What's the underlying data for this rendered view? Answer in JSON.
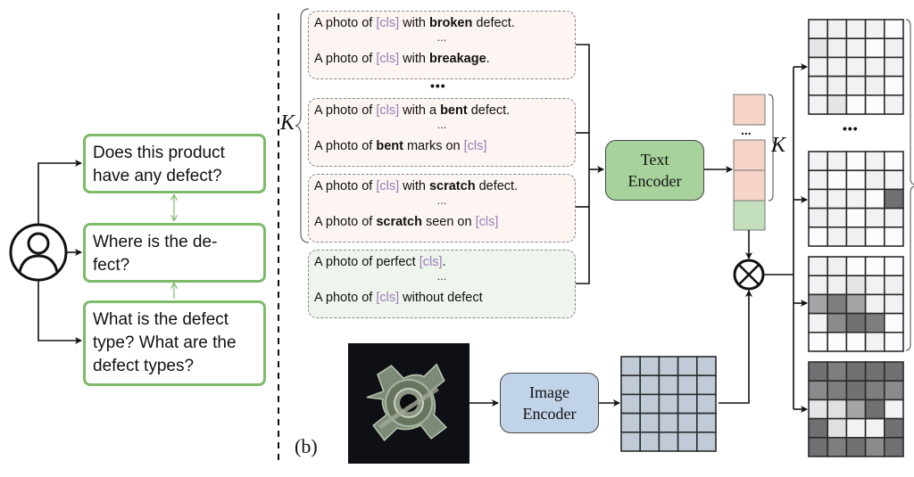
{
  "figure_label": "(b)",
  "user_queries": {
    "items": [
      {
        "text": "Does this product have any defect?",
        "status": "checked"
      },
      {
        "text": "Where is the de-fect?",
        "status": "checked"
      },
      {
        "text": "What is the defect type? What are the defect types?",
        "status": "checked"
      }
    ]
  },
  "prompt_groups": {
    "brace_label": "K",
    "between_ellipsis": "•••",
    "groups": [
      {
        "type": "defect",
        "lines": [
          {
            "parts": [
              {
                "t": "A photo of "
              },
              {
                "t": "[cls]",
                "cls": true
              },
              {
                "t": " with "
              },
              {
                "t": "broken",
                "b": true
              },
              {
                "t": " defect."
              }
            ]
          },
          {
            "parts": [
              {
                "t": "A photo of "
              },
              {
                "t": "[cls]",
                "cls": true
              },
              {
                "t": " with "
              },
              {
                "t": "breakage",
                "b": true
              },
              {
                "t": "."
              }
            ]
          }
        ],
        "ellipsis": "..."
      },
      {
        "type": "defect",
        "lines": [
          {
            "parts": [
              {
                "t": "A photo of "
              },
              {
                "t": "[cls]",
                "cls": true
              },
              {
                "t": " with a "
              },
              {
                "t": "bent",
                "b": true
              },
              {
                "t": " defect."
              }
            ]
          },
          {
            "parts": [
              {
                "t": "A photo of "
              },
              {
                "t": "bent",
                "b": true
              },
              {
                "t": " marks on "
              },
              {
                "t": "[cls]",
                "cls": true
              }
            ]
          }
        ],
        "ellipsis": "..."
      },
      {
        "type": "defect",
        "lines": [
          {
            "parts": [
              {
                "t": "A photo of "
              },
              {
                "t": "[cls]",
                "cls": true
              },
              {
                "t": " with "
              },
              {
                "t": "scratch",
                "b": true
              },
              {
                "t": " defect."
              }
            ]
          },
          {
            "parts": [
              {
                "t": "A photo of "
              },
              {
                "t": "scratch",
                "b": true
              },
              {
                "t": " seen on "
              },
              {
                "t": "[cls]",
                "cls": true
              }
            ]
          }
        ],
        "ellipsis": "..."
      },
      {
        "type": "normal",
        "lines": [
          {
            "parts": [
              {
                "t": "A photo of perfect "
              },
              {
                "t": "[cls]",
                "cls": true
              },
              {
                "t": "."
              }
            ]
          },
          {
            "parts": [
              {
                "t": "A photo of "
              },
              {
                "t": "[cls]",
                "cls": true
              },
              {
                "t": " without defect"
              }
            ]
          }
        ],
        "ellipsis": "..."
      }
    ]
  },
  "text_encoder": {
    "line1": "Text",
    "line2": "Encoder"
  },
  "image_encoder": {
    "line1": "Image",
    "line2": "Encoder"
  },
  "text_embeddings": {
    "brace_label": "K",
    "ellipsis": "...",
    "defect_count_label": "K"
  },
  "output_maps": {
    "ellipsis": "•••",
    "brace_label": "K",
    "maps": [
      [
        [
          0.05,
          0.06,
          0.05,
          0.05,
          0.0
        ],
        [
          0.1,
          0.06,
          0.05,
          0.0,
          0.06
        ],
        [
          0.05,
          0.05,
          0.05,
          0.05,
          0.05
        ],
        [
          0.05,
          0.06,
          0.05,
          0.06,
          0.0
        ],
        [
          0.05,
          0.1,
          0.0,
          0.0,
          0.05
        ]
      ],
      [
        [
          0.05,
          0.05,
          0.0,
          0.05,
          0.0
        ],
        [
          0.05,
          0.0,
          0.0,
          0.06,
          0.05
        ],
        [
          0.05,
          0.05,
          0.05,
          0.0,
          0.55
        ],
        [
          0.06,
          0.05,
          0.0,
          0.05,
          0.05
        ],
        [
          0.0,
          0.05,
          0.06,
          0.0,
          0.0
        ]
      ],
      [
        [
          0.05,
          0.06,
          0.0,
          0.0,
          0.0
        ],
        [
          0.05,
          0.06,
          0.1,
          0.05,
          0.06
        ],
        [
          0.35,
          0.5,
          0.35,
          0.06,
          0.05
        ],
        [
          0.05,
          0.45,
          0.55,
          0.5,
          0.0
        ],
        [
          0.0,
          0.0,
          0.0,
          0.05,
          0.0
        ]
      ],
      [
        [
          0.55,
          0.5,
          0.55,
          0.55,
          0.55
        ],
        [
          0.45,
          0.5,
          0.55,
          0.5,
          0.45
        ],
        [
          0.1,
          0.12,
          0.35,
          0.55,
          0.05
        ],
        [
          0.55,
          0.12,
          0.05,
          0.05,
          0.55
        ],
        [
          0.55,
          0.5,
          0.55,
          0.45,
          0.55
        ]
      ]
    ]
  },
  "colors": {
    "query_border": "#7dbb6a",
    "check": "#4aa84a",
    "cls_token": "#9a7ab6",
    "defect_prompt_bg": "#fdf5f1",
    "normal_prompt_bg": "#eef5ec",
    "text_encoder_bg": "#a7d29c",
    "image_encoder_bg": "#c1d3e8",
    "defect_embedding": "#f6d5c8",
    "normal_embedding": "#c4dfbd",
    "feature_cell": "#c1cbd8"
  }
}
